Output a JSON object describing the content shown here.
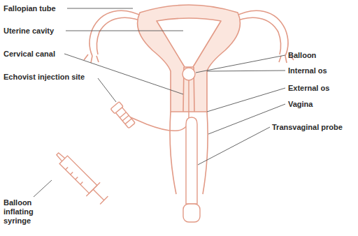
{
  "diagram": {
    "labels": [
      "Fallopian tube",
      "Uterine cavity",
      "Cervical canal",
      "Echovist injection site",
      "Balloon inflating syringe",
      "Balloon",
      "Internal os",
      "External os",
      "Vagina",
      "Transvaginal probe"
    ]
  }
}
